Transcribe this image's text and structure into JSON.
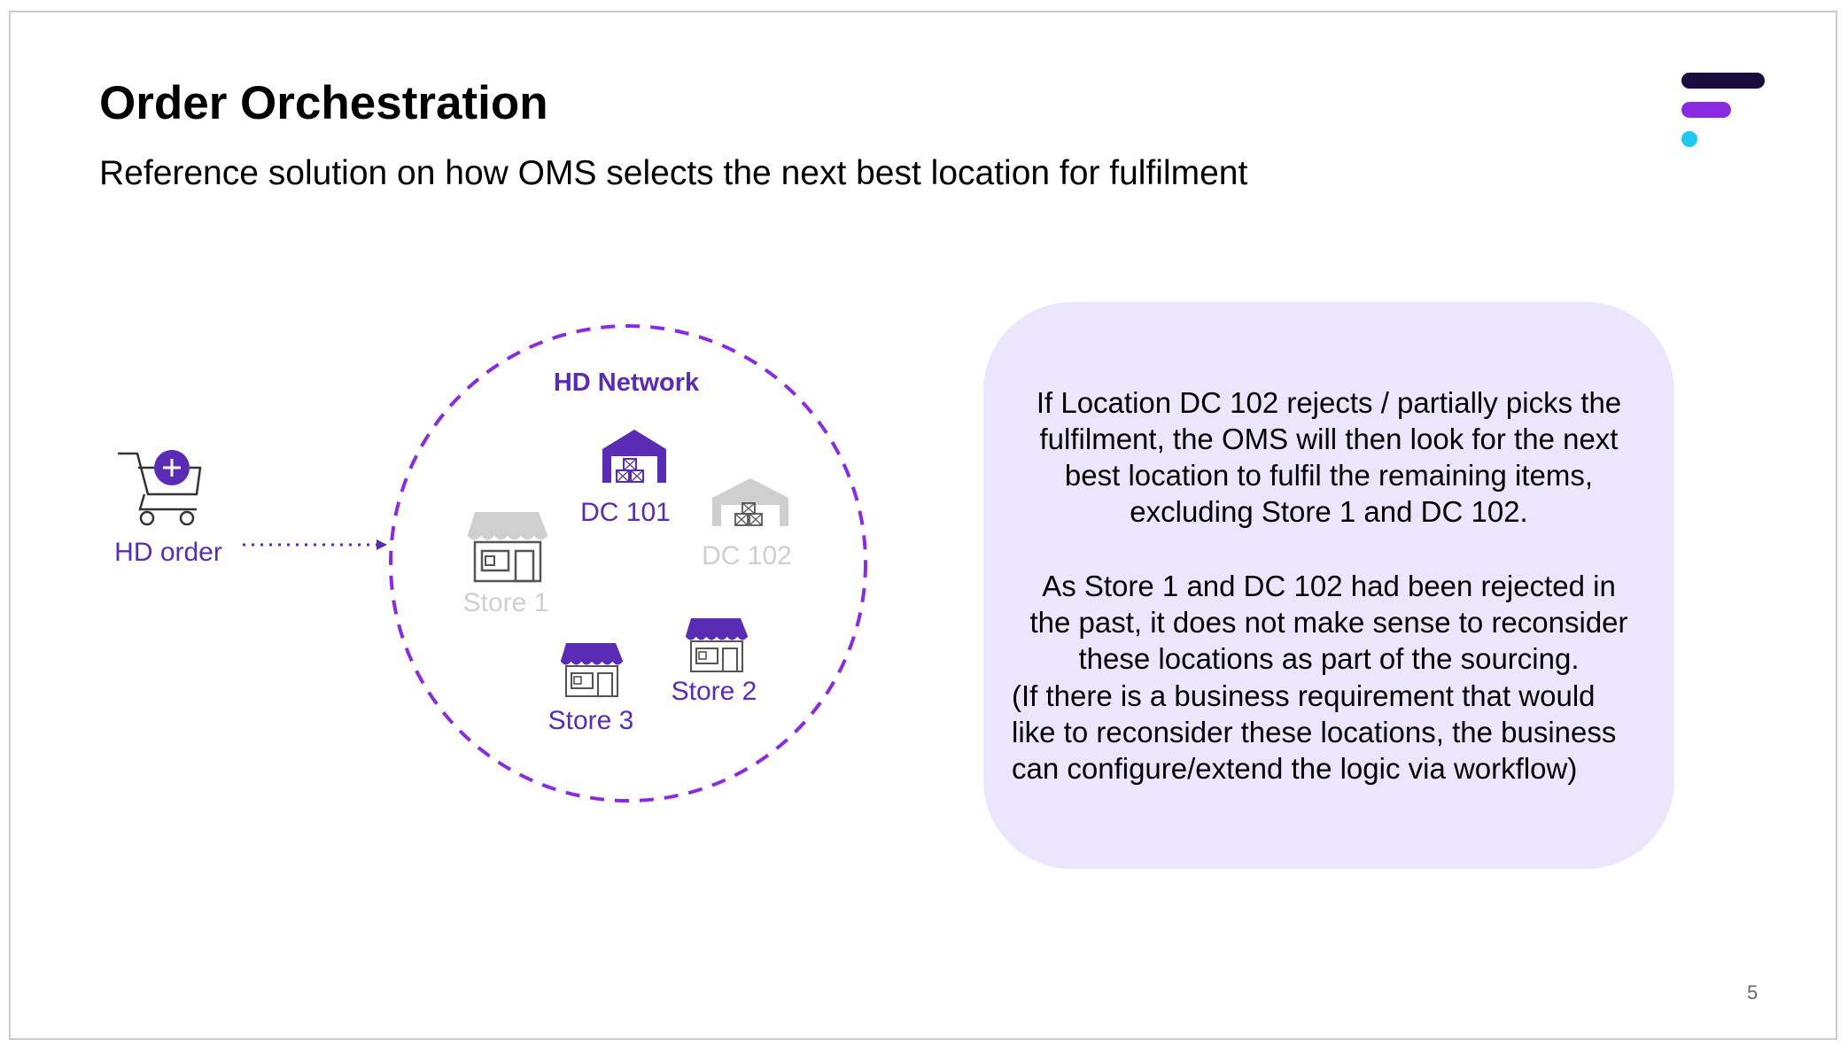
{
  "slide": {
    "title": "Order Orchestration",
    "subtitle": "Reference solution on how OMS selects the next best location for fulfilment",
    "page_number": "5"
  },
  "logo": {
    "colors": [
      "#1a0a3d",
      "#8a2be2",
      "#1ec8f0"
    ]
  },
  "diagram": {
    "order_label": "HD order",
    "network_label": "HD Network",
    "locations": [
      {
        "id": "dc101",
        "label": "DC 101",
        "type": "warehouse",
        "status": "active"
      },
      {
        "id": "dc102",
        "label": "DC 102",
        "type": "warehouse",
        "status": "excluded"
      },
      {
        "id": "store1",
        "label": "Store 1",
        "type": "store",
        "status": "excluded"
      },
      {
        "id": "store2",
        "label": "Store 2",
        "type": "store",
        "status": "active"
      },
      {
        "id": "store3",
        "label": "Store 3",
        "type": "store",
        "status": "active"
      }
    ],
    "colors": {
      "active": "#5a2bb5",
      "excluded": "#cfcfcf",
      "circle": "#8a2be2"
    }
  },
  "info": {
    "paragraph1": [
      "If Location DC 102 rejects / partially picks the",
      "fulfilment, the OMS will then look for the next",
      "best location to fulfil the remaining items,",
      "excluding Store 1 and DC 102."
    ],
    "paragraph2": [
      "As Store 1 and DC 102 had been rejected in",
      "the past, it does not make sense to reconsider",
      "these locations as part of the sourcing."
    ],
    "paragraph3": [
      "(If there is a business requirement that would",
      "like to reconsider these locations, the business",
      "can configure/extend the logic via workflow)"
    ],
    "background": "#ebe6fc"
  }
}
